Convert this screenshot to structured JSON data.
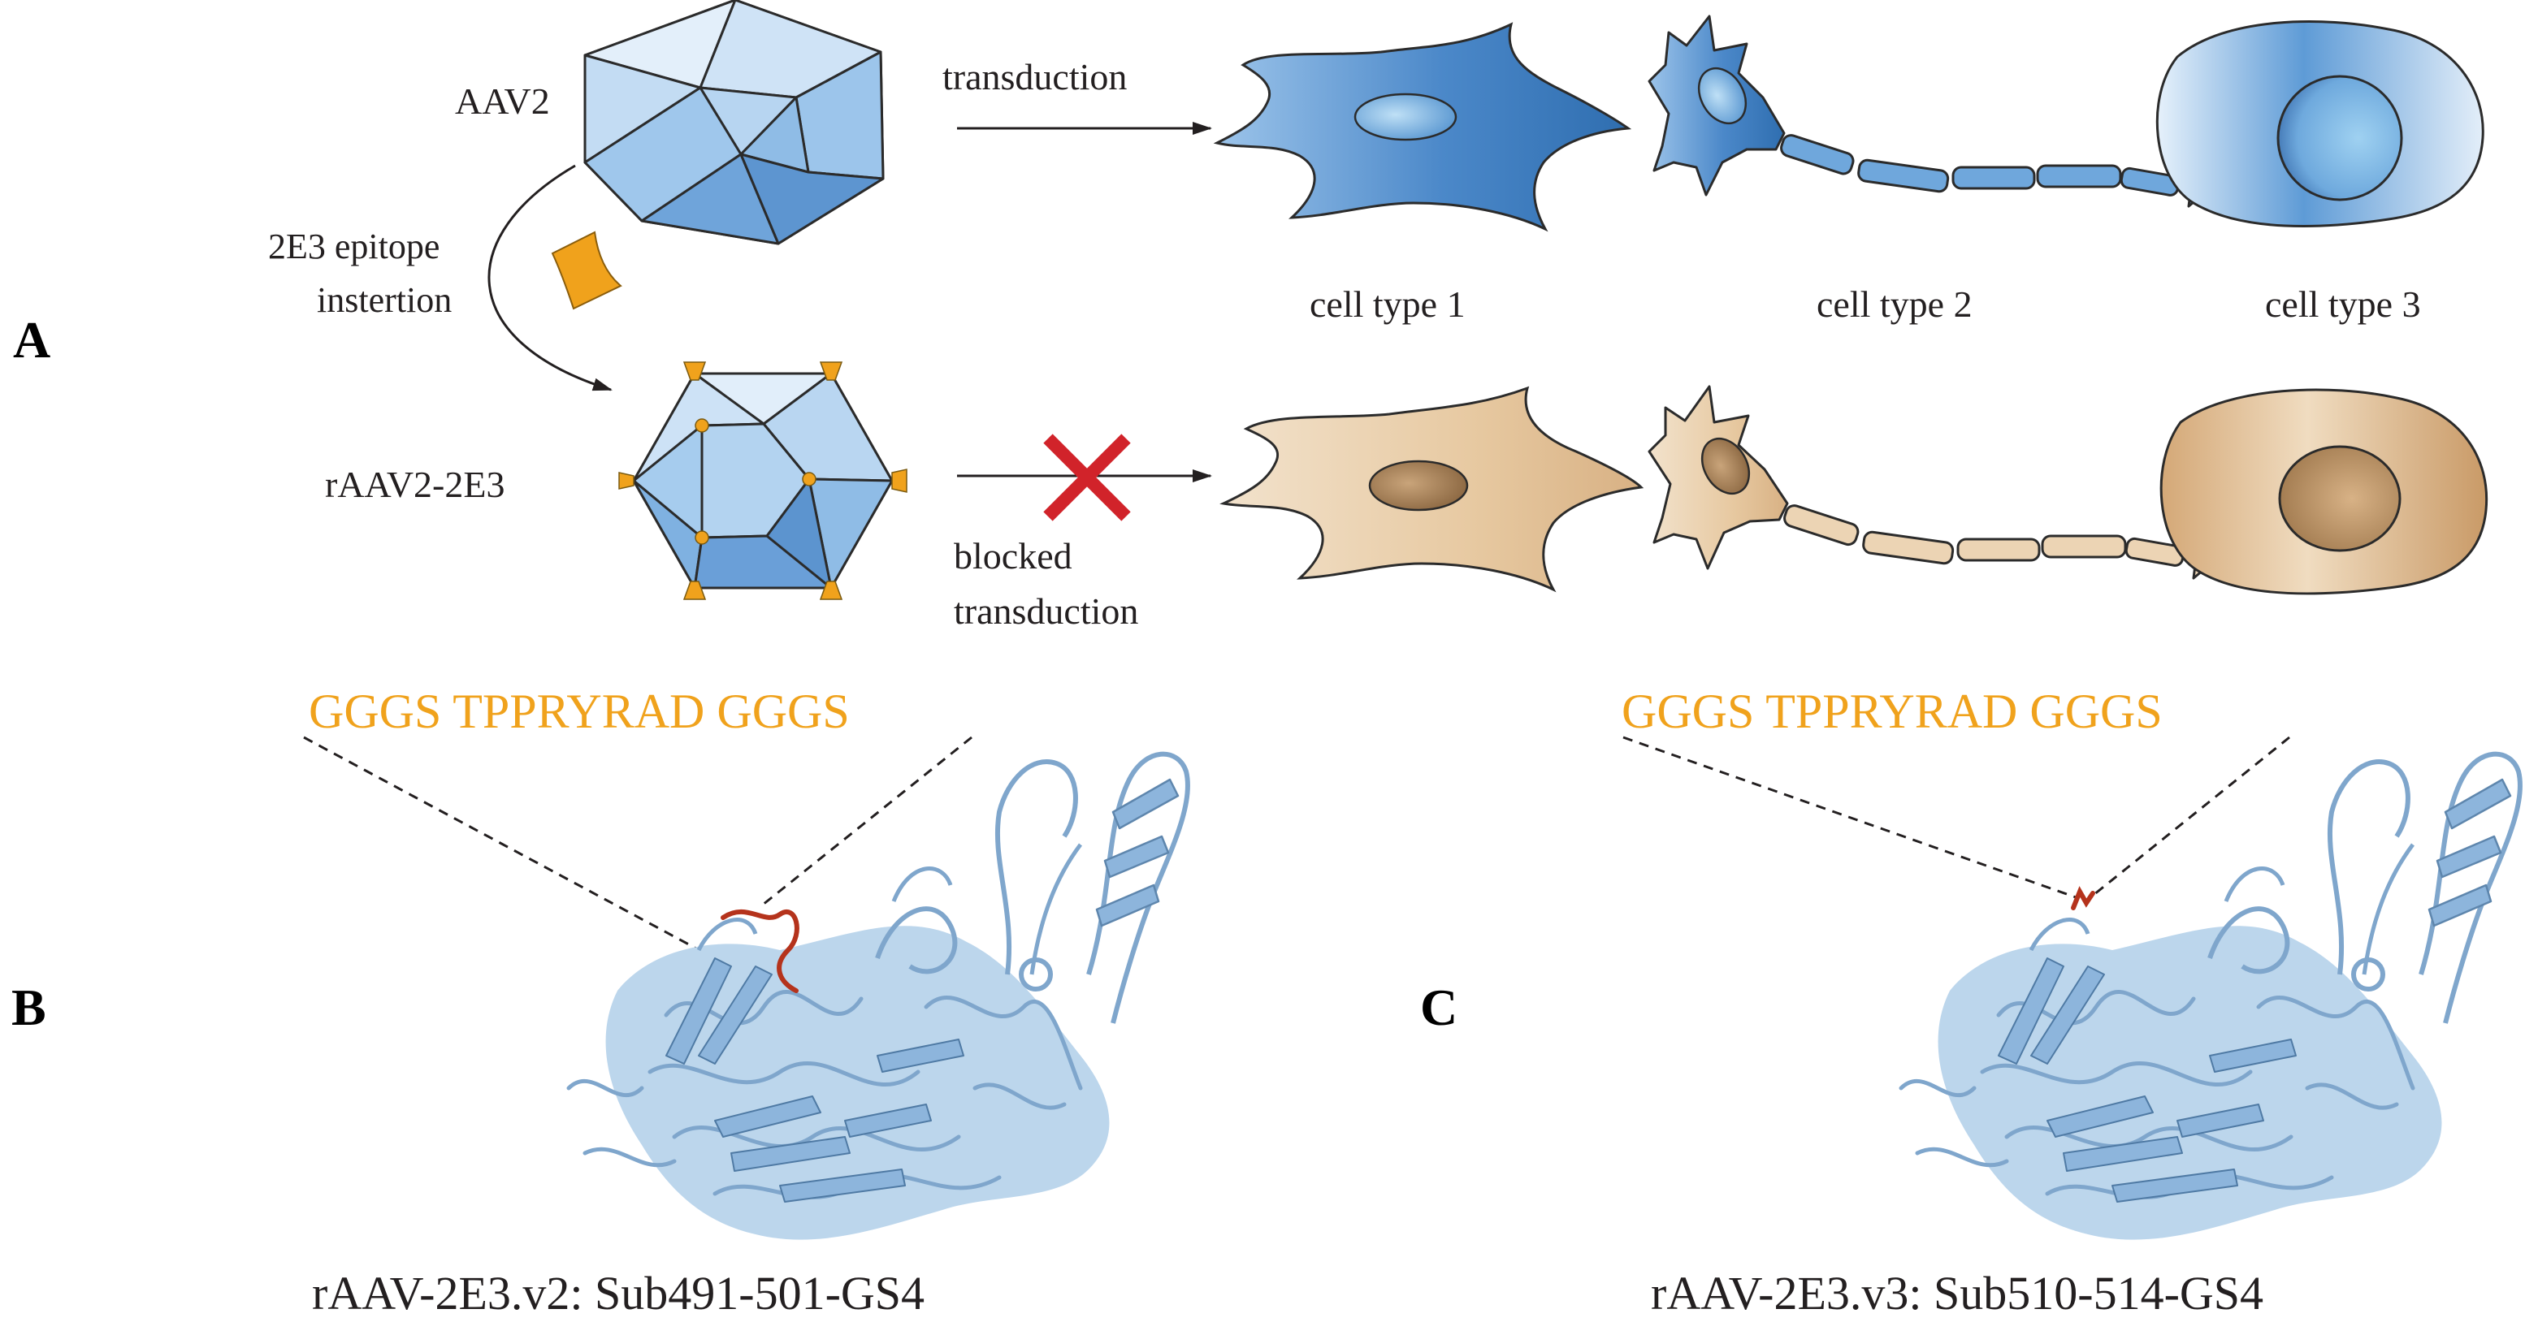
{
  "panels": {
    "a": "A",
    "b": "B",
    "c": "C"
  },
  "panel_a": {
    "top_virus_label": "AAV2",
    "bottom_virus_label": "rAAV2-2E3",
    "insertion_label_1": "2E3 epitope",
    "insertion_label_2": "instertion",
    "transduction_label": "transduction",
    "blocked_label_1": "blocked",
    "blocked_label_2": "transduction",
    "cell_labels": [
      "cell type 1",
      "cell type 2",
      "cell type 3"
    ]
  },
  "panel_b": {
    "sequence": "GGGS TPPRYRAD GGGS",
    "caption": "rAAV-2E3.v2: Sub491-501-GS4"
  },
  "panel_c": {
    "sequence": "GGGS TPPRYRAD GGGS",
    "caption": "rAAV-2E3.v3: Sub510-514-GS4"
  },
  "colors": {
    "capsid_light": "#dcebf8",
    "capsid_mid": "#a9cdee",
    "capsid_dark": "#5b97d1",
    "cell_blue": "#6fa7dc",
    "cell_blue_dark": "#3f7fc1",
    "cell_tan": "#ecd4b4",
    "cell_tan_dark": "#b08a5e",
    "epitope": "#f0a21c",
    "block_x": "#d1232a",
    "protein": "#9fc3e3",
    "protein_dark": "#5e86ad",
    "insert_red": "#b5331c"
  }
}
